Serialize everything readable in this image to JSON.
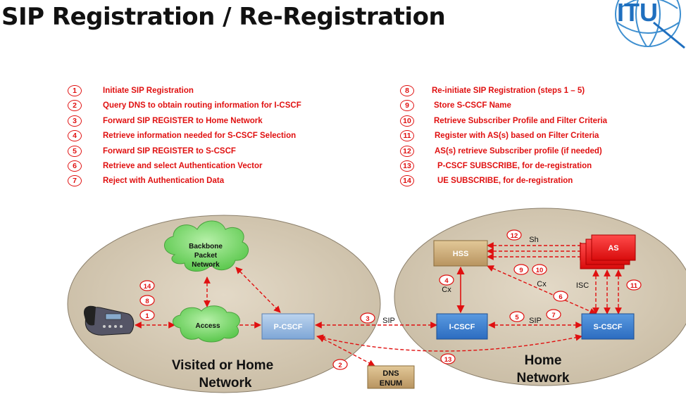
{
  "title": "SIP Registration / Re-Registration",
  "logo": {
    "text": "ITU"
  },
  "steps_left": [
    {
      "n": "1",
      "text": "Initiate SIP Registration"
    },
    {
      "n": "2",
      "text": "Query DNS to obtain routing information for I-CSCF"
    },
    {
      "n": "3",
      "text": "Forward SIP REGISTER to Home Network"
    },
    {
      "n": "4",
      "text": "Retrieve information needed for S-CSCF Selection"
    },
    {
      "n": "5",
      "text": "Forward SIP REGISTER to S-CSCF"
    },
    {
      "n": "6",
      "text": "Retrieve and select Authentication Vector"
    },
    {
      "n": "7",
      "text": "Reject with Authentication Data"
    }
  ],
  "steps_right": [
    {
      "n": "8",
      "text": "Re-initiate SIP Registration (steps 1 – 5)"
    },
    {
      "n": "9",
      "text": "Store S-CSCF Name"
    },
    {
      "n": "10",
      "text": "Retrieve Subscriber Profile and Filter Criteria"
    },
    {
      "n": "11",
      "text": "Register with AS(s) based on Filter Criteria"
    },
    {
      "n": "12",
      "text": "AS(s) retrieve Subscriber profile (if needed)"
    },
    {
      "n": "13",
      "text": "P-CSCF SUBSCRIBE, for de-registration"
    },
    {
      "n": "14",
      "text": "UE SUBSCRIBE, for de-registration"
    }
  ],
  "network": {
    "visited_label_1": "Visited or Home",
    "visited_label_2": "Network",
    "home_label_1": "Home",
    "home_label_2": "Network",
    "backbone_1": "Backbone",
    "backbone_2": "Packet",
    "backbone_3": "Network",
    "access": "Access",
    "pcscf": "P-CSCF",
    "icscf": "I-CSCF",
    "scscf": "S-CSCF",
    "hss": "HSS",
    "as": "AS",
    "dns_1": "DNS",
    "dns_2": "ENUM"
  },
  "links": {
    "sip_a": "SIP",
    "sip_b": "SIP",
    "sh": "Sh",
    "cx_a": "Cx",
    "cx_b": "Cx",
    "isc": "ISC"
  },
  "markers": {
    "m14": "14",
    "m8": "8",
    "m1": "1",
    "m3": "3",
    "m2": "2",
    "m13": "13",
    "m4": "4",
    "m5": "5",
    "m7": "7",
    "m9": "9",
    "m10": "10",
    "m6": "6",
    "m11": "11",
    "m12": "12"
  },
  "colors": {
    "step_red": "#e01010",
    "arrow_red": "#e01010",
    "icscf_blue": "#3a7fd0",
    "hss_tan": "#c8a870",
    "as_red": "#ee1111"
  }
}
